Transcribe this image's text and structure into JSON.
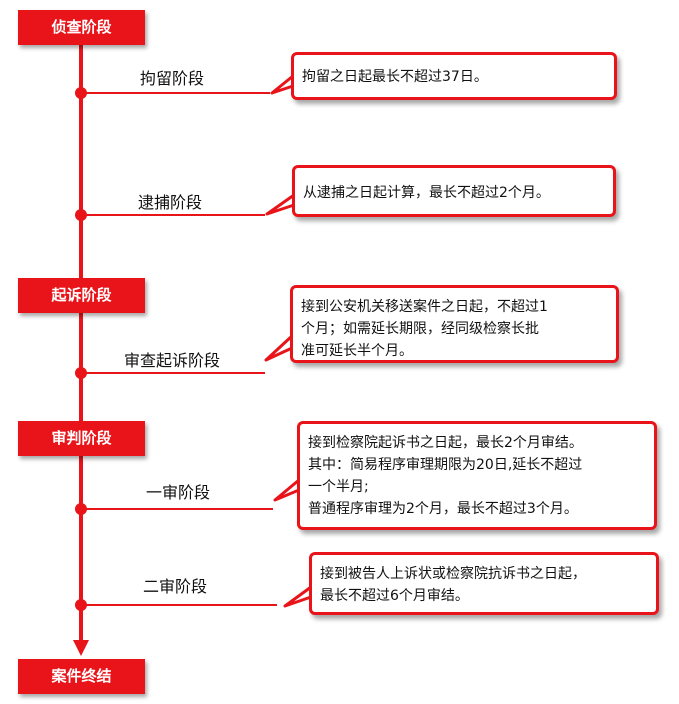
{
  "stages": {
    "investigation": "侦查阶段",
    "prosecution": "起诉阶段",
    "trial": "审判阶段",
    "end": "案件终结"
  },
  "substages": {
    "detention": {
      "label": "拘留阶段",
      "note_lines": [
        "拘留之日起最长不超过37日。"
      ]
    },
    "arrest": {
      "label": "逮捕阶段",
      "note_lines": [
        "从逮捕之日起计算，最长不超过2个月。"
      ]
    },
    "review": {
      "label": "审查起诉阶段",
      "note_lines": [
        "接到公安机关移送案件之日起，不超过1",
        "个月；如需延长期限，经同级检察长批",
        "准可延长半个月。"
      ]
    },
    "first_instance": {
      "label": "一审阶段",
      "note_lines": [
        "接到检察院起诉书之日起，最长2个月审结。",
        "其中：简易程序审理期限为20日,延长不超过",
        "一个半月;",
        "普通程序审理为2个月，最长不超过3个月。"
      ]
    },
    "second_instance": {
      "label": "二审阶段",
      "note_lines": [
        "接到被告人上诉状或检察院抗诉书之日起，",
        "最长不超过6个月审结。"
      ]
    }
  },
  "colors": {
    "accent": "#e8141a",
    "text": "#111111",
    "background": "#ffffff"
  }
}
